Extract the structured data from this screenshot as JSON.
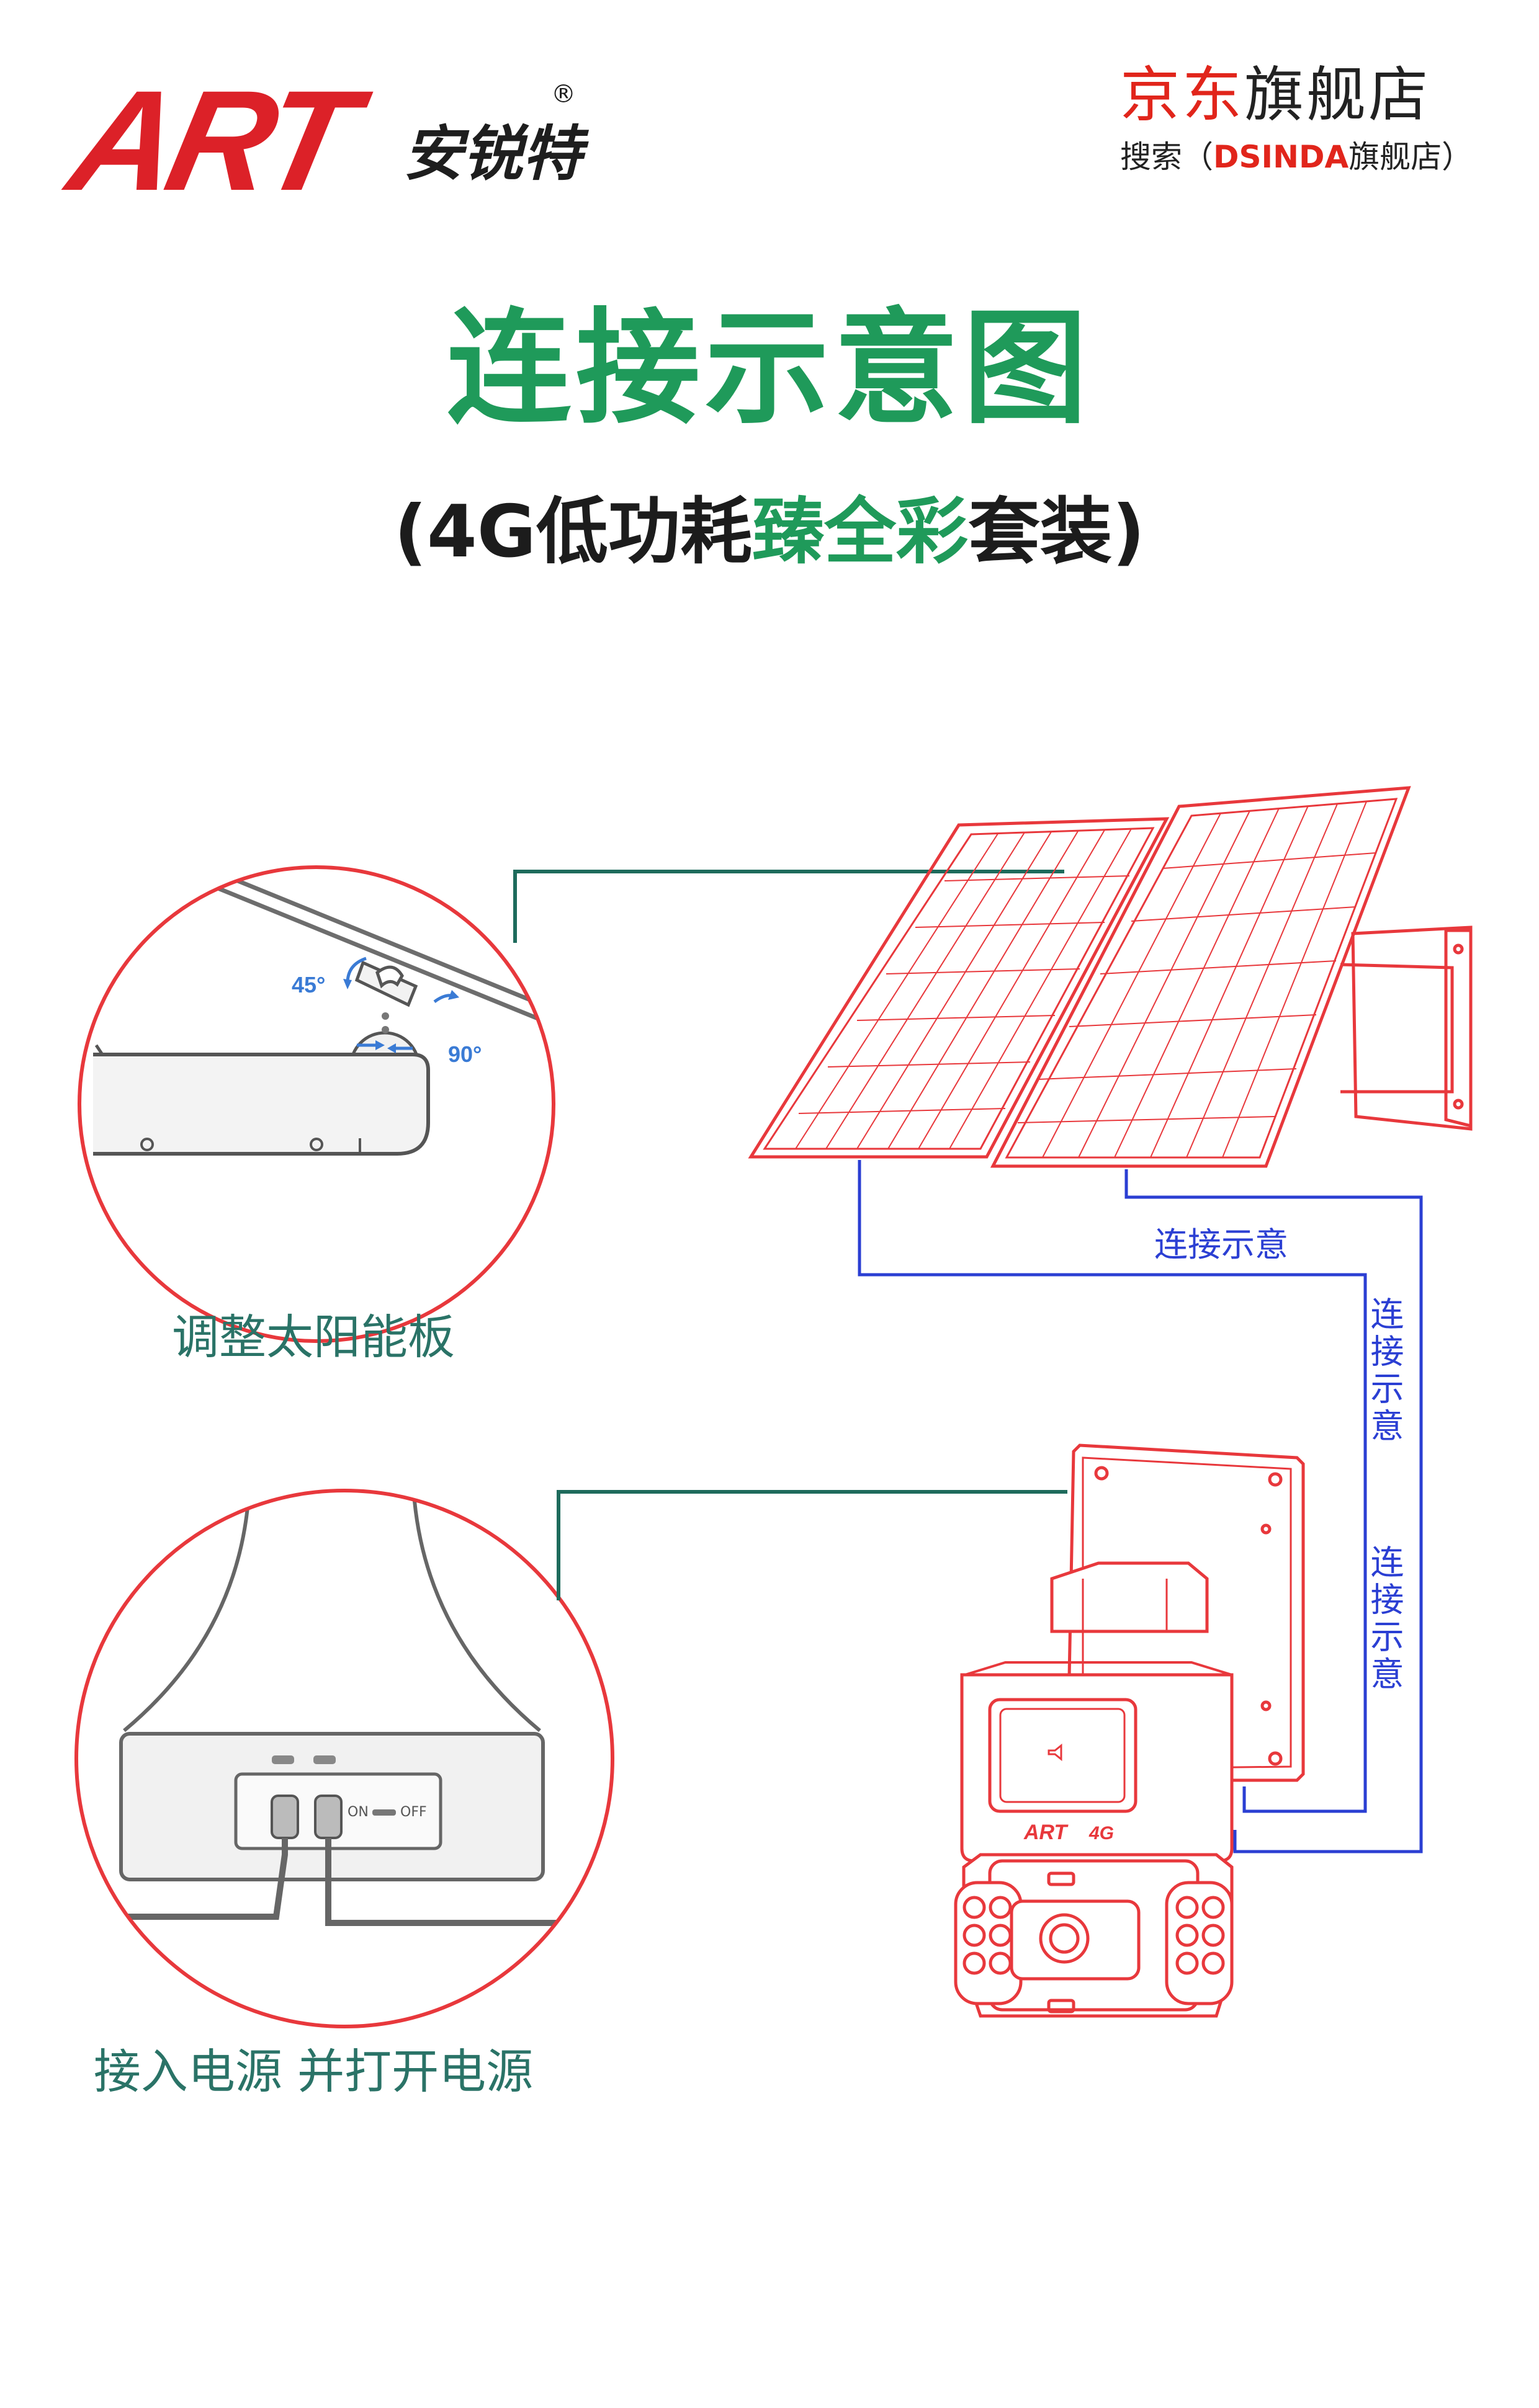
{
  "brand": {
    "logo_text": "ART",
    "logo_cn": "安锐特",
    "registered_mark": "®"
  },
  "store": {
    "brand_red": "京东",
    "brand_dark": "旗舰店",
    "search_prefix": "搜索（",
    "search_keyword": "DSINDA",
    "search_suffix": "旗舰店）"
  },
  "header": {
    "title": "连接示意图",
    "subtitle_open": "(4G低功耗",
    "subtitle_green": "臻全彩",
    "subtitle_close": "套装)"
  },
  "captions": {
    "adjust_panel": "调整太阳能板",
    "connect_power": "接入电源 并打开电源"
  },
  "detail_1": {
    "angle_1": "45°",
    "angle_2": "90°"
  },
  "detail_2": {
    "switch_on": "ON",
    "switch_off": "OFF"
  },
  "wire_labels": {
    "horizontal": "连接示意",
    "vertical_1": "连接示意",
    "vertical_2": "连接示意"
  },
  "camera": {
    "badge": "4G"
  },
  "colors": {
    "brand_red": "#dc2128",
    "title_green": "#1f9a5a",
    "caption_teal": "#2a7367",
    "outline_red": "#e8383c",
    "wire_blue": "#2b3fd3",
    "leader_green": "#1e6b5c"
  }
}
